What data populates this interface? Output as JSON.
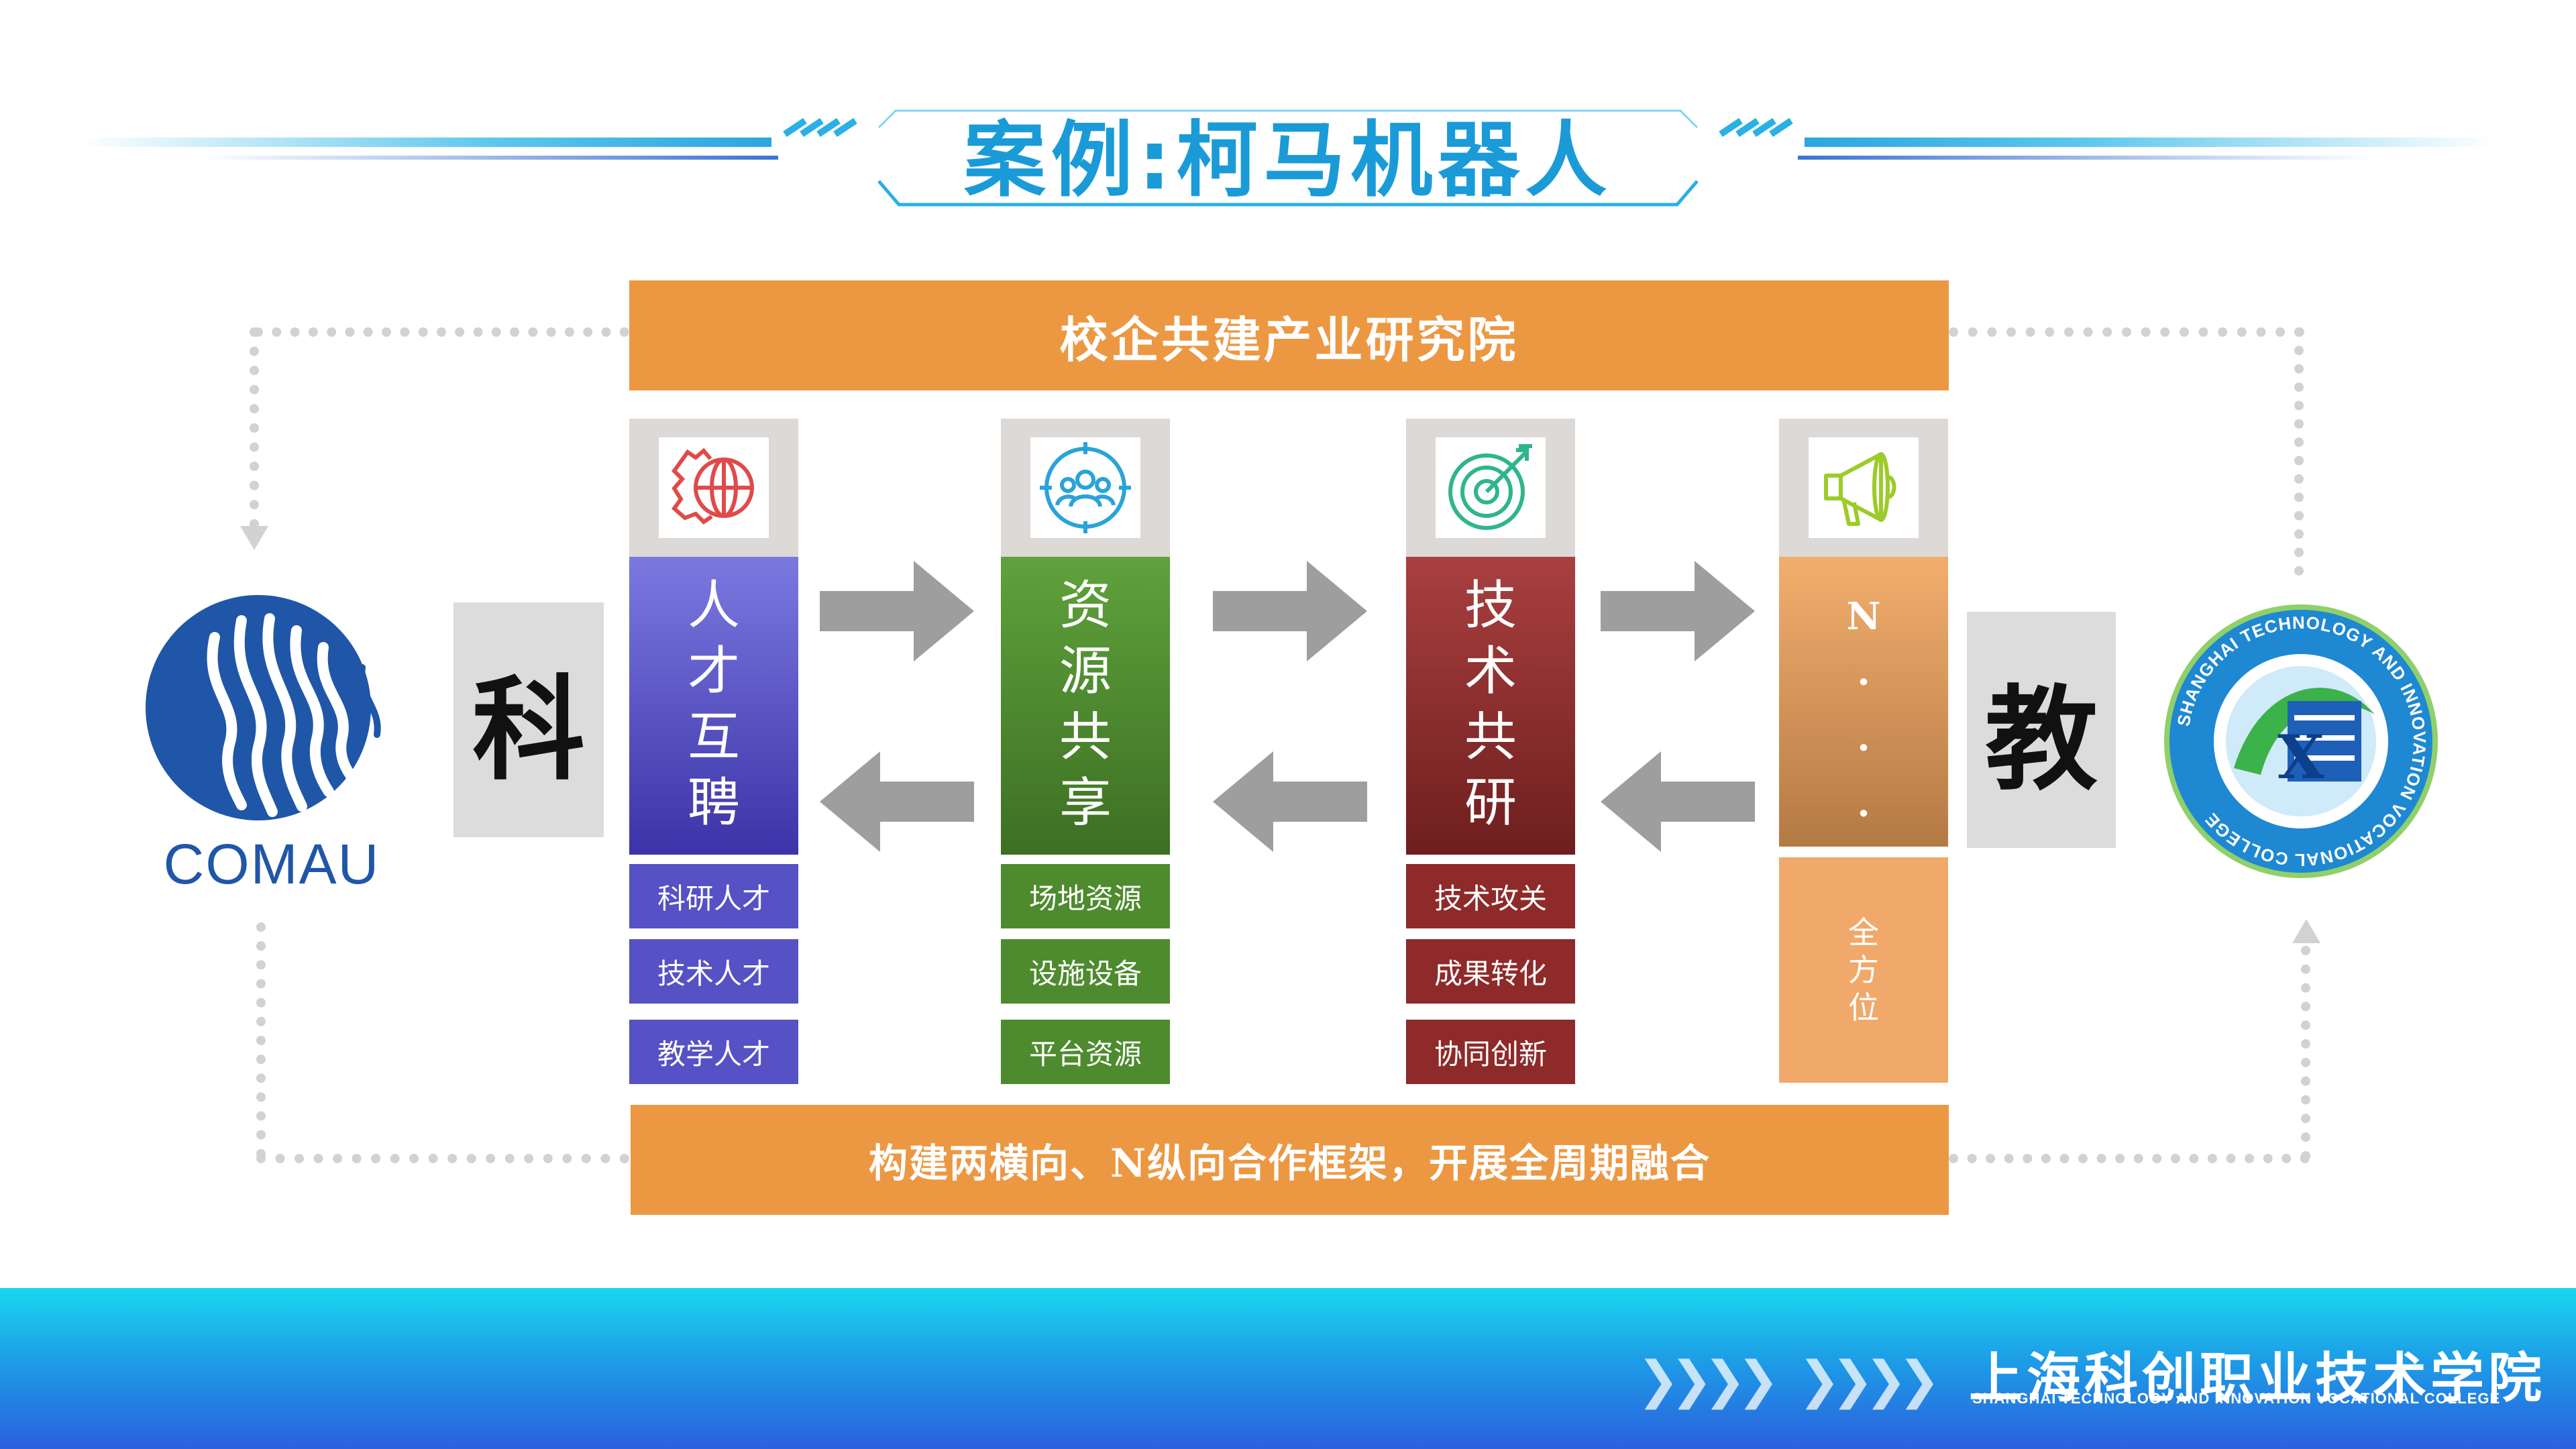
{
  "title": "案例:柯马机器人",
  "top_banner": "校企共建产业研究院",
  "bottom_banner": "构建两横向、N纵向合作框架，开展全周期融合",
  "left_logo": {
    "text": "COMAU",
    "icon": "comau-logo",
    "color": "#1f56a8"
  },
  "right_logo": {
    "icon": "sitc-college-seal",
    "text": "上海科创职业技术学院",
    "ring_text": "SHANGHAI TECHNOLOGY AND INNOVATION VOCATIONAL COLLEGE",
    "ring_color": "#1e88d2"
  },
  "left_side_label": "科",
  "right_side_label": "教",
  "columns": [
    {
      "icon": "gear-globe-icon",
      "color": "#5a55c6",
      "chars": [
        "人",
        "才",
        "互",
        "聘"
      ],
      "items": [
        "科研人才",
        "技术人才",
        "教学人才"
      ]
    },
    {
      "icon": "target-people-icon",
      "color": "#4d8b2e",
      "chars": [
        "资",
        "源",
        "共",
        "享"
      ],
      "items": [
        "场地资源",
        "设施设备",
        "平台资源"
      ]
    },
    {
      "icon": "target-arrow-icon",
      "color": "#8e2a2a",
      "chars": [
        "技",
        "术",
        "共",
        "研"
      ],
      "items": [
        "技术攻关",
        "成果转化",
        "协同创新"
      ]
    },
    {
      "icon": "megaphone-icon",
      "color": "#b98048",
      "chars": [
        "N",
        "·",
        "·",
        "·"
      ],
      "tag": [
        "全",
        "方",
        "位"
      ]
    }
  ],
  "colors": {
    "accent": "#1a9bd8",
    "orange": "#ec9843",
    "arrow": "#9e9e9e",
    "footer_start": "#1ad7ee",
    "footer_end": "#2b60de"
  },
  "footer": {
    "name_cn": "上海科创职业技术学院",
    "name_en": "SHANGHAI TECHNOLOGY AND INNOVATION VOCATIONAL COLLEGE",
    "chevrons": "❯❯❯❯"
  }
}
